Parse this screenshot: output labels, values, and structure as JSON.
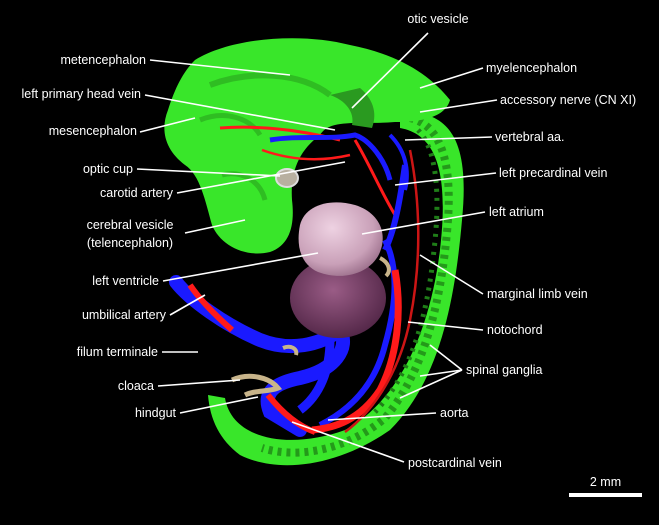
{
  "labels": {
    "otic_vesicle": "otic vesicle",
    "metencephalon": "metencephalon",
    "myelencephalon": "myelencephalon",
    "left_primary_head_vein": "left primary head vein",
    "accessory_nerve": "accessory nerve (CN XI)",
    "mesencephalon": "mesencephalon",
    "vertebral_aa": "vertebral aa.",
    "optic_cup": "optic cup",
    "left_precardinal_vein": "left precardinal vein",
    "carotid_artery": "carotid artery",
    "left_atrium": "left atrium",
    "cerebral_vesicle_1": "cerebral vesicle",
    "cerebral_vesicle_2": "(telencephalon)",
    "left_ventricle": "left ventricle",
    "marginal_limb_vein": "marginal limb vein",
    "umbilical_artery": "umbilical artery",
    "notochord": "notochord",
    "filum_terminale": "filum terminale",
    "spinal_ganglia": "spinal ganglia",
    "cloaca": "cloaca",
    "hindgut": "hindgut",
    "aorta": "aorta",
    "postcardinal_vein": "postcardinal vein"
  },
  "scale_bar": {
    "label": "2 mm"
  },
  "colors": {
    "background": "#000000",
    "brain_neural_tube": "#39e62a",
    "veins": "#1a1aff",
    "arteries": "#ff1a1a",
    "heart_atrium": "#c9a0b8",
    "heart_ventricle": "#7a3f6a",
    "gut": "#c8b48a"
  }
}
